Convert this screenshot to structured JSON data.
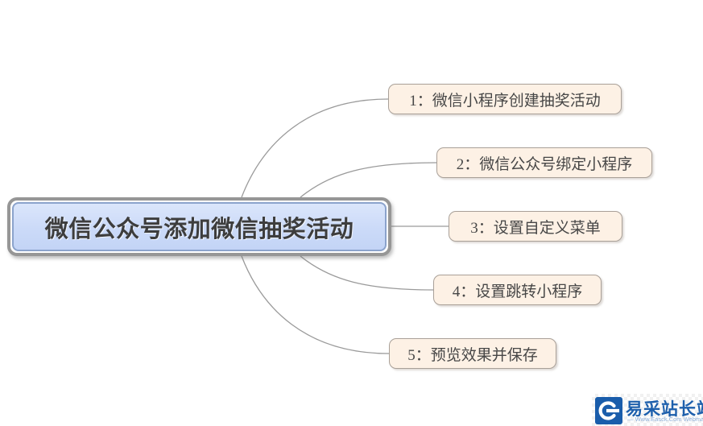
{
  "diagram": {
    "type": "mindmap",
    "central": {
      "label": "微信公众号添加微信抽奖活动"
    },
    "branches": [
      {
        "label": "1：微信小程序创建抽奖活动"
      },
      {
        "label": "2：微信公众号绑定小程序"
      },
      {
        "label": "3：设置自定义菜单"
      },
      {
        "label": "4：设置跳转小程序"
      },
      {
        "label": "5：预览效果并保存"
      }
    ]
  },
  "watermark": {
    "title": "易采站长站",
    "tagline": "— Www.Easck.Com Webmaster"
  },
  "colors": {
    "central_fill": "#cbdaf8",
    "central_inner_border": "#8ba3cc",
    "central_outer_border": "#969696",
    "branch_fill": "#fdf1e5",
    "branch_border": "#a9a098",
    "connector": "#9a9a9a",
    "node_text": "#474747",
    "logo_blue": "#1a5dab",
    "logo_text_blue": "#1d5fac",
    "tagline_blue": "#8fb0da",
    "background": "#ffffff"
  }
}
